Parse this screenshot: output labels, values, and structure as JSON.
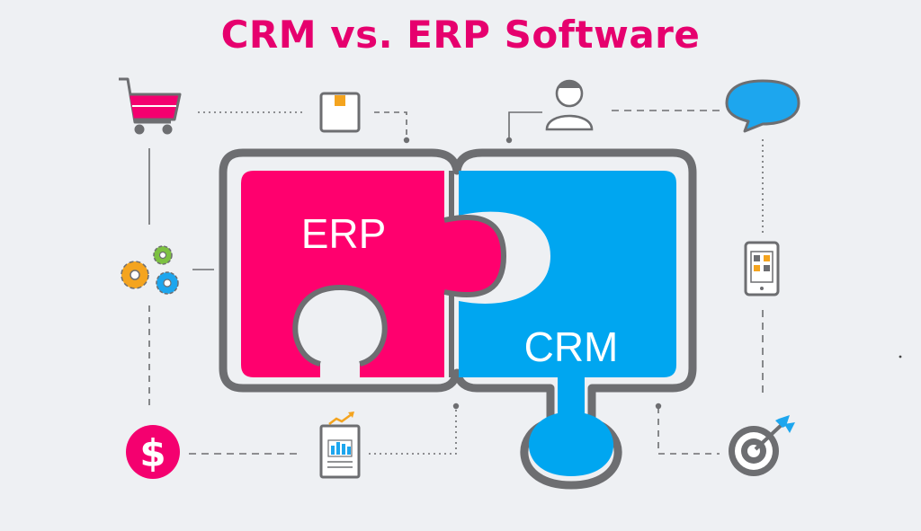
{
  "title": "CRM vs. ERP Software",
  "pieces": {
    "erp": {
      "label": "ERP",
      "color": "#ff006e"
    },
    "crm": {
      "label": "CRM",
      "color": "#00a6f0"
    }
  },
  "colors": {
    "outline": "#6d6e71",
    "connector": "#6d6e71",
    "accent_pink": "#f4006f",
    "accent_blue": "#1da6ee",
    "gear_orange": "#f4a41f",
    "gear_green": "#7dc142",
    "target_blue": "#1da6ee",
    "chart_orange": "#f4a41f"
  },
  "icons": [
    "shopping-cart-icon",
    "package-box-icon",
    "user-icon",
    "speech-bubble-icon",
    "gears-icon",
    "mobile-app-icon",
    "dollar-icon",
    "report-chart-icon",
    "target-icon"
  ],
  "dollar_symbol": "$"
}
